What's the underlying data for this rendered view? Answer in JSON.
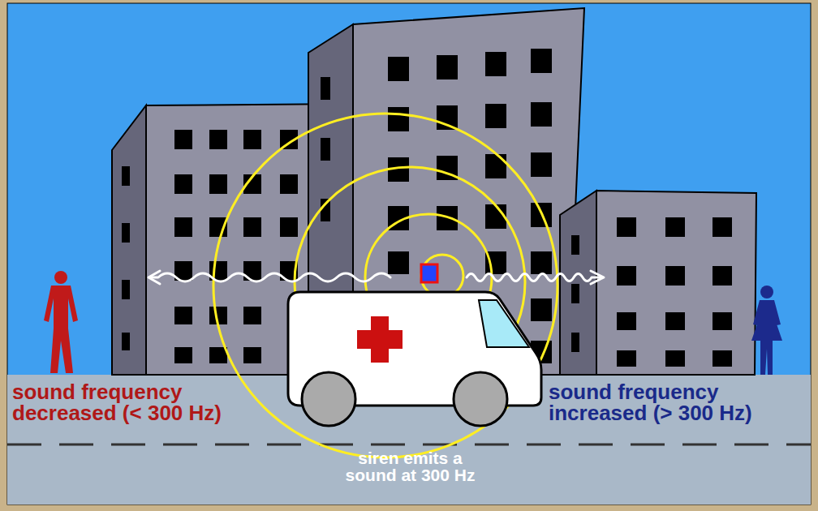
{
  "diagram": {
    "labels": [
      "sound frequency decreased (< 300 Hz)",
      "siren emits a sound at 300 Hz",
      "sound frequency increased (> 300 Hz)"
    ]
  }
}
